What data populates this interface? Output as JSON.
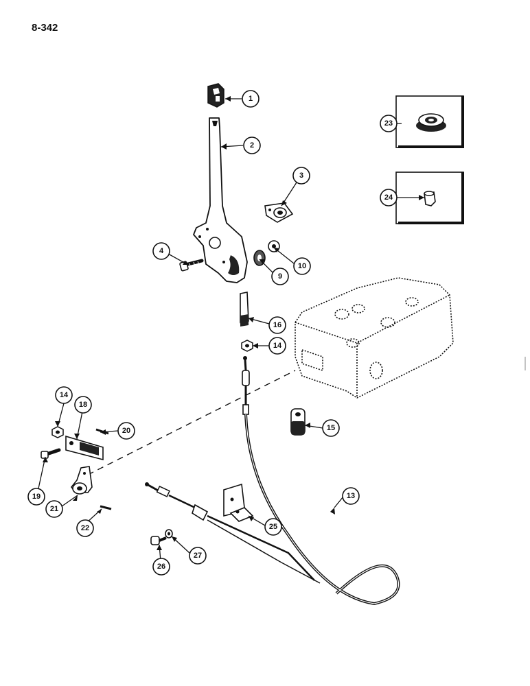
{
  "page": {
    "number": "8-342"
  },
  "callouts": [
    {
      "id": "c1",
      "label": "1"
    },
    {
      "id": "c2",
      "label": "2"
    },
    {
      "id": "c3",
      "label": "3"
    },
    {
      "id": "c4",
      "label": "4"
    },
    {
      "id": "c9",
      "label": "9"
    },
    {
      "id": "c10",
      "label": "10"
    },
    {
      "id": "c13",
      "label": "13"
    },
    {
      "id": "c14a",
      "label": "14"
    },
    {
      "id": "c14b",
      "label": "14"
    },
    {
      "id": "c15",
      "label": "15"
    },
    {
      "id": "c16",
      "label": "16"
    },
    {
      "id": "c18",
      "label": "18"
    },
    {
      "id": "c19",
      "label": "19"
    },
    {
      "id": "c20",
      "label": "20"
    },
    {
      "id": "c21",
      "label": "21"
    },
    {
      "id": "c22",
      "label": "22"
    },
    {
      "id": "c23",
      "label": "23"
    },
    {
      "id": "c24",
      "label": "24"
    },
    {
      "id": "c25",
      "label": "25"
    },
    {
      "id": "c26",
      "label": "26"
    },
    {
      "id": "c27",
      "label": "27"
    }
  ]
}
